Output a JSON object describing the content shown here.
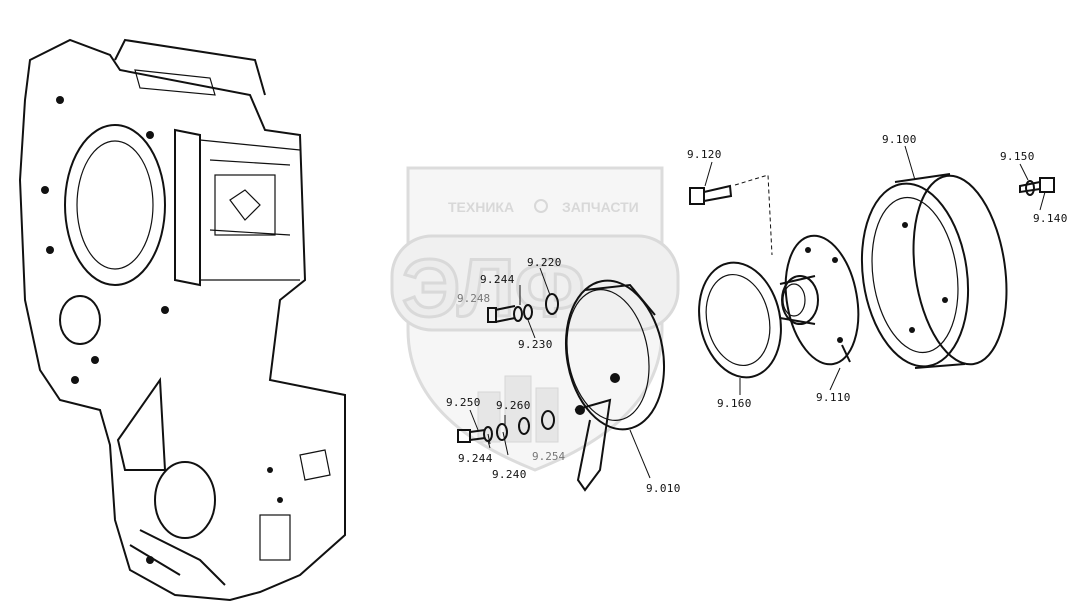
{
  "watermark": {
    "top_text_left": "ТЕХНИКА",
    "top_text_right": "ЗАПЧАСТИ",
    "logo": "ЭЛФ"
  },
  "part_labels": {
    "p9120": "9.120",
    "p9100": "9.100",
    "p9150": "9.150",
    "p9140": "9.140",
    "p9220": "9.220",
    "p9244a": "9.244",
    "p9248": "9.248",
    "p9230": "9.230",
    "p9160": "9.160",
    "p9110": "9.110",
    "p9250": "9.250",
    "p9260": "9.260",
    "p9244b": "9.244",
    "p9240": "9.240",
    "p9254": "9.254",
    "p9010": "9.010"
  }
}
